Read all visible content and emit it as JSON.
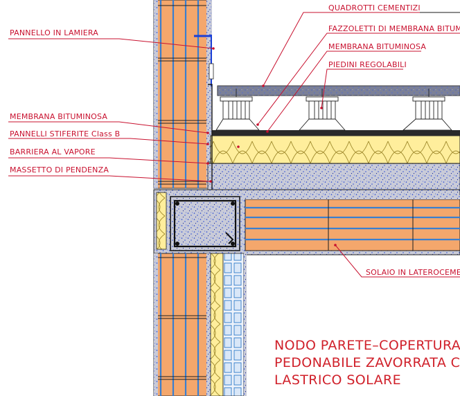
{
  "labels_left": [
    "PANNELLO IN LAMIERA",
    "MEMBRANA BITUMINOSA",
    "PANNELLI STIFERITE Class B",
    "BARRIERA AL VAPORE",
    "MASSETTO DI PENDENZA"
  ],
  "labels_top": [
    "QUADROTTI CEMENTIZI",
    "FAZZOLETTI DI MEMBRANA BITUM",
    "MEMBRANA BITUMINOSA",
    "PIEDINI REGOLABILI"
  ],
  "label_slab": "SOLAIO IN LATEROCEME",
  "title_lines": [
    "NODO PARETE–COPERTURA P",
    "PEDONABILE ZAVORRATA CON",
    "LASTRICO SOLARE"
  ],
  "colors": {
    "brick": "#f4a76c",
    "concrete_dots": "#1a3fd6",
    "insulation": "#ffee9c",
    "label_red": "#c8102e",
    "tile": "#8a8fa8",
    "wall_band": "#5c8fc8"
  }
}
